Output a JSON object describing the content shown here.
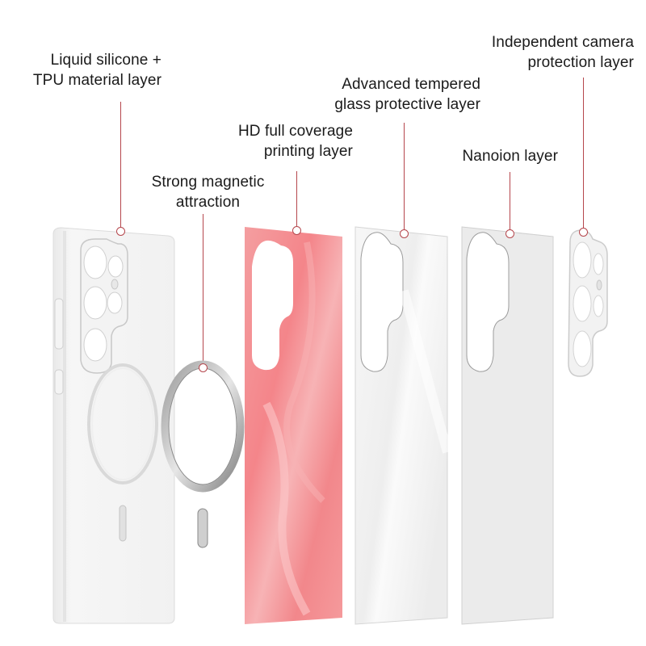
{
  "labels": {
    "case": {
      "line1": "Liquid silicone +",
      "line2": "TPU material layer"
    },
    "magnet": {
      "line1": "Strong magnetic",
      "line2": "attraction"
    },
    "printing": {
      "line1": "HD full coverage",
      "line2": "printing layer"
    },
    "glass": {
      "line1": "Advanced tempered",
      "line2": "glass protective layer"
    },
    "nano": {
      "line1": "Nanoion layer"
    },
    "camera": {
      "line1": "Independent camera",
      "line2": "protection layer"
    }
  },
  "colors": {
    "leader": "#b5464c",
    "case": "#f2f2f2",
    "print_pink": "#f28f92",
    "glass": "#ececec",
    "metal": "#c9c9c9"
  }
}
